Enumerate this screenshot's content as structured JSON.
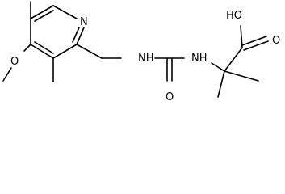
{
  "molecule": {
    "atom_labels": {
      "methoxy_oxygen": "O",
      "pyridine_nitrogen": "N",
      "amine_nitrogen_left": "NH",
      "amine_nitrogen_right": "NH",
      "carbonyl_oxygen_urea": "O",
      "hydroxyl": "HO",
      "carbonyl_oxygen_acid": "O"
    }
  }
}
